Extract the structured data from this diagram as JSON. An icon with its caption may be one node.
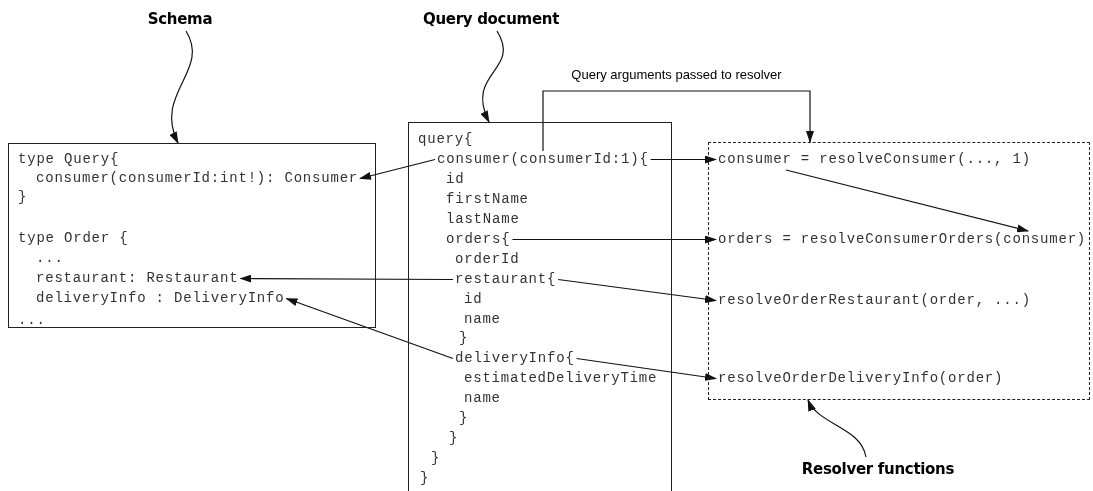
{
  "diagram": {
    "nodes": [
      {
        "text": [
          "Schema"
        ]
      },
      {
        "text": [
          "Query document"
        ]
      },
      {
        "text": [],
        "shape": "box"
      },
      {
        "text": [
          "type Query{"
        ],
        "in": 2
      },
      {
        "text": [
          "consumer(consumerId:int!): Consumer"
        ],
        "in": 2
      },
      {
        "text": [
          "}"
        ],
        "in": 2
      },
      {
        "text": [
          "type Order {"
        ],
        "in": 2
      },
      {
        "text": [
          "..."
        ],
        "in": 2
      },
      {
        "text": [
          "restaurant: Restaurant"
        ],
        "in": 2
      },
      {
        "text": [
          "deliveryInfo : DeliveryInfo"
        ],
        "in": 2
      },
      {
        "text": [
          "..."
        ],
        "in": 2
      },
      {
        "text": [],
        "shape": "box"
      },
      {
        "text": [
          "query{"
        ],
        "in": 11
      },
      {
        "text": [
          "consumer(consumerId:1){"
        ],
        "in": 11
      },
      {
        "text": [
          "id"
        ],
        "in": 11
      },
      {
        "text": [
          "firstName"
        ],
        "in": 11
      },
      {
        "text": [
          "lastName"
        ],
        "in": 11
      },
      {
        "text": [
          "orders{"
        ],
        "in": 11
      },
      {
        "text": [
          "orderId"
        ],
        "in": 11
      },
      {
        "text": [
          "restaurant{"
        ],
        "in": 11
      },
      {
        "text": [
          "id"
        ],
        "in": 11
      },
      {
        "text": [
          "name"
        ],
        "in": 11
      },
      {
        "text": [
          "}"
        ],
        "in": 11
      },
      {
        "text": [
          "deliveryInfo{"
        ],
        "in": 11
      },
      {
        "text": [
          "estimatedDeliveryTime"
        ],
        "in": 11
      },
      {
        "text": [
          "name"
        ],
        "in": 11
      },
      {
        "text": [
          "}"
        ],
        "in": 11
      },
      {
        "text": [
          "}"
        ],
        "in": 11
      },
      {
        "text": [
          "}"
        ],
        "in": 11
      },
      {
        "text": [
          "}"
        ],
        "in": 11
      },
      {
        "text": [],
        "shape": "box"
      },
      {
        "text": [
          "consumer = resolveConsumer(..., 1)"
        ],
        "in": 30
      },
      {
        "text": [
          "orders = resolveConsumerOrders(consumer)"
        ],
        "in": 30
      },
      {
        "text": [
          "resolveOrderRestaurant(order, ...)"
        ],
        "in": 30
      },
      {
        "text": [
          "resolveOrderDeliveryInfo(order)"
        ],
        "in": 30
      },
      {
        "text": [
          "Resolver functions"
        ]
      }
    ],
    "edges": [
      {
        "from": 0,
        "to": 2,
        "arrow": "to"
      },
      {
        "from": 1,
        "to": 11,
        "arrow": "to"
      },
      {
        "from": 13,
        "to": 30,
        "arrow": "to",
        "label": "Query arguments passed to resolver"
      },
      {
        "from": 13,
        "to": 4,
        "arrow": "to"
      },
      {
        "from": 13,
        "to": 31,
        "arrow": "to"
      },
      {
        "from": 17,
        "to": 32,
        "arrow": "to"
      },
      {
        "from": 19,
        "to": 8,
        "arrow": "to"
      },
      {
        "from": 19,
        "to": 33,
        "arrow": "to"
      },
      {
        "from": 23,
        "to": 9,
        "arrow": "to"
      },
      {
        "from": 23,
        "to": 34,
        "arrow": "to"
      },
      {
        "from": 31,
        "to": 32,
        "arrow": "to"
      },
      {
        "from": 35,
        "to": 30,
        "arrow": "to"
      }
    ]
  }
}
